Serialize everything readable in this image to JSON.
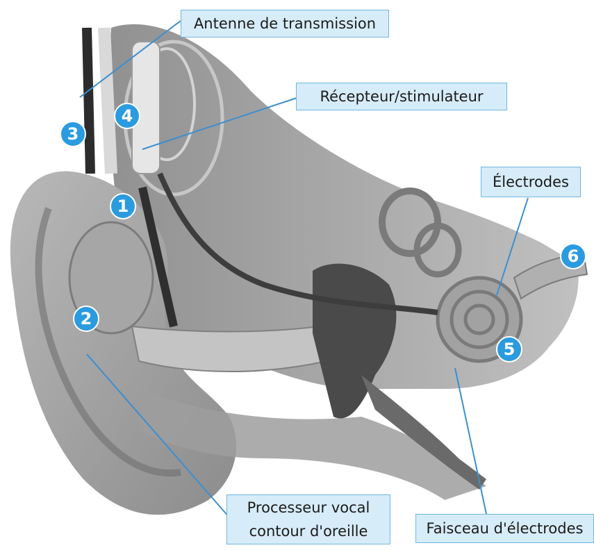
{
  "labels": {
    "antenne": "Antenne de transmission",
    "recepteur": "Récepteur/stimulateur",
    "electrodes": "Électrodes",
    "processeur_line1": "Processeur vocal",
    "processeur_line2": "contour d'oreille",
    "faisceau": "Faisceau d'électrodes"
  },
  "markers": [
    "1",
    "2",
    "3",
    "4",
    "5",
    "6"
  ],
  "colors": {
    "marker_fill": "#2b9be0",
    "label_fill": "#d6ecf8",
    "label_border": "#6fb7df",
    "leader_line": "#3a8fd0",
    "anatomy_gray": "#9a9a9a"
  }
}
